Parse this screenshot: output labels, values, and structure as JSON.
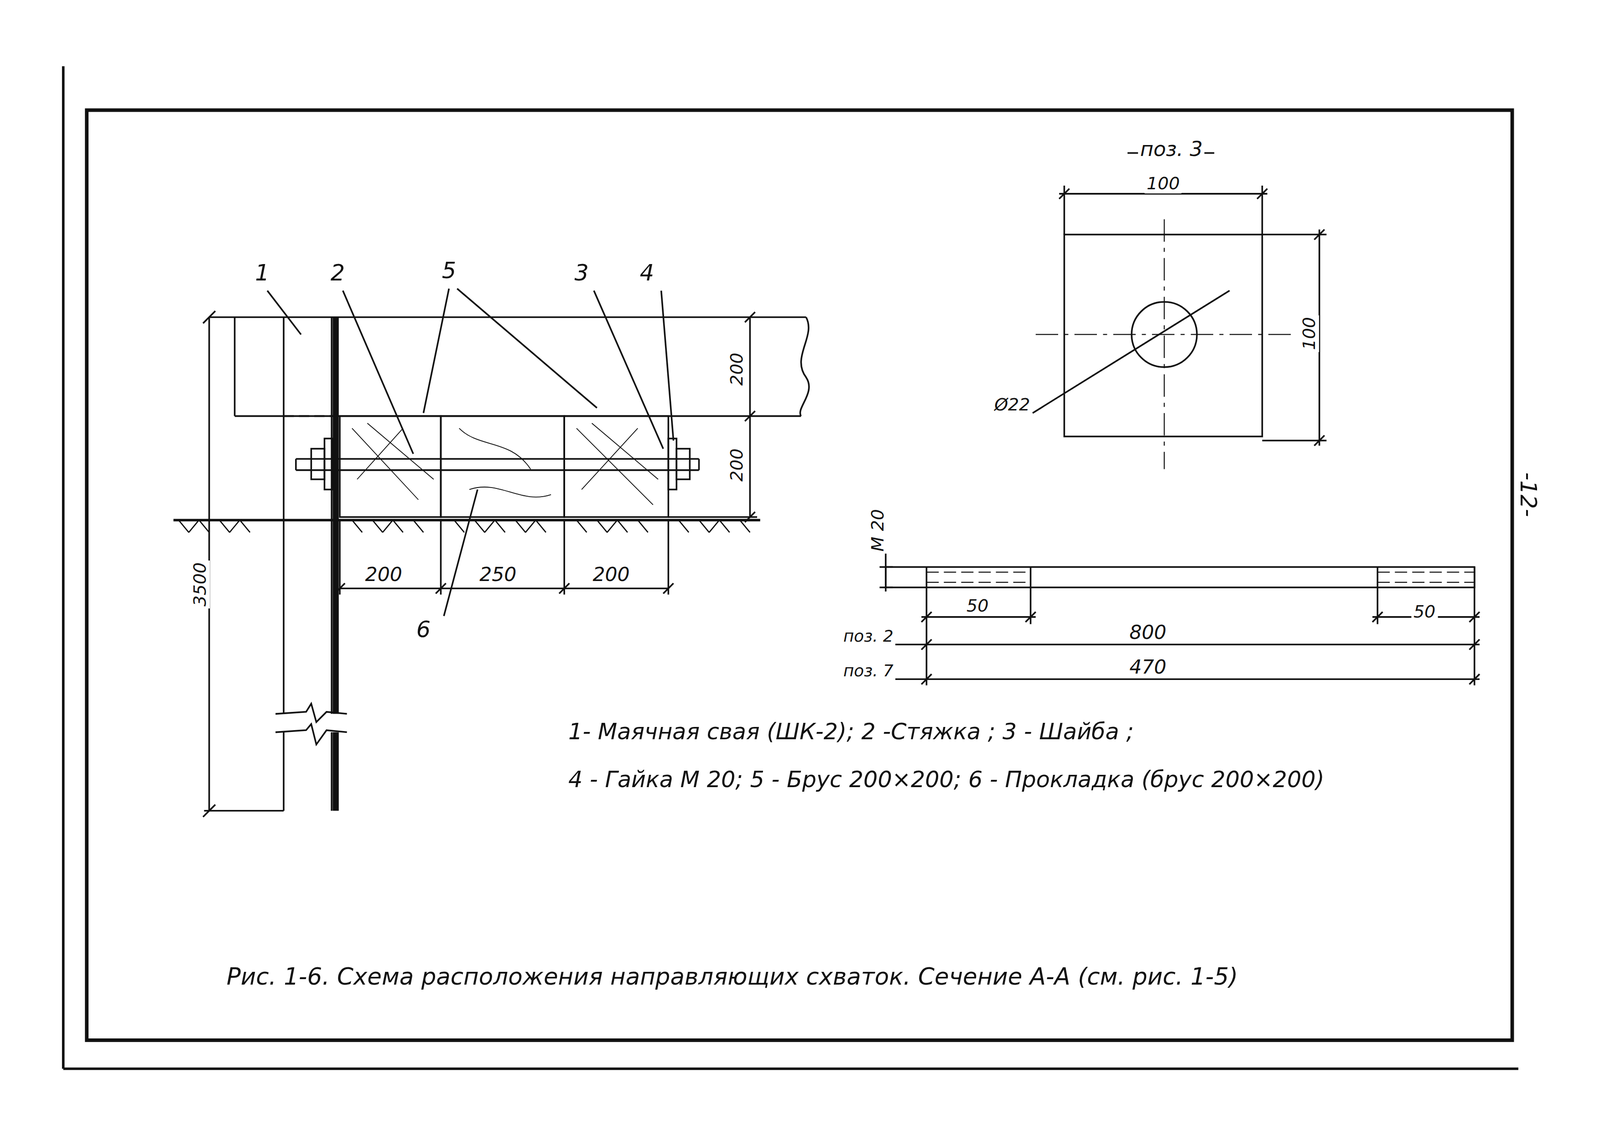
{
  "diagram": {
    "caption": "Рис. 1-6. Схема расположения направляющих схваток. Сечение А-А (см. рис. 1-5)",
    "labels": [
      "1",
      "2",
      "5",
      "3",
      "4",
      "200",
      "200",
      "3500",
      "200",
      "250",
      "200",
      "6",
      "поз. 3",
      "100",
      "100",
      "Ø22",
      "М 20",
      "50",
      "800",
      "50",
      "поз. 2",
      "поз. 7",
      "470",
      "1- Маячная свая (ШК-2); 2 -Стяжка ; 3 - Шайба ;",
      "4 - Гайка М 20; 5 - Брус 200×200; 6 - Прокладка (брус 200×200)",
      "-12-"
    ]
  }
}
